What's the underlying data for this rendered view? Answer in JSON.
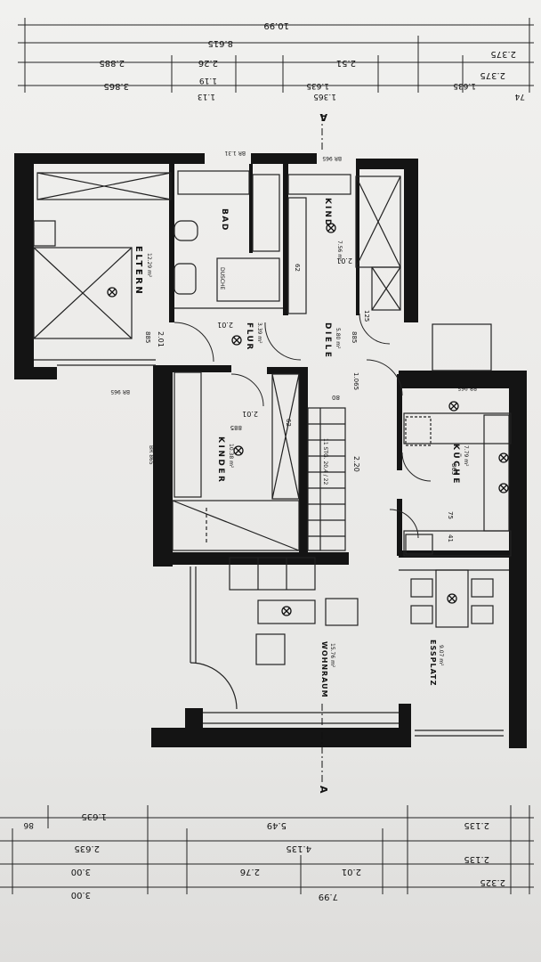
{
  "rooms": [
    {
      "key": "eltern",
      "name": "ELTERN",
      "area": "12.29 m²"
    },
    {
      "key": "bad",
      "name": "BAD",
      "area": ""
    },
    {
      "key": "kind",
      "name": "KIND",
      "area": "7.56 m²"
    },
    {
      "key": "flur",
      "name": "FLUR",
      "area": "3.39 m²"
    },
    {
      "key": "diele",
      "name": "DIELE",
      "area": "5.80 m²"
    },
    {
      "key": "kinder",
      "name": "KINDER",
      "area": "10.38 m²"
    },
    {
      "key": "kueche",
      "name": "KÜCHE",
      "area": "7.79 m²"
    },
    {
      "key": "wohnraum",
      "name": "WOHNRAUM",
      "area": "15.76 m²"
    },
    {
      "key": "essplatz",
      "name": "ESSPLATZ",
      "area": "9.07 m²"
    }
  ],
  "annotations": {
    "dusche": "DUSCHE",
    "section_marker": "A",
    "stair_label": "11 STG. 20,4 / 22",
    "lintel_labels": [
      "BR 1.31",
      "BR 965",
      "BR 965",
      "BR 865",
      "BR 965"
    ]
  },
  "dimensions": {
    "top_rows": [
      [
        "10.99"
      ],
      [
        "8.615",
        "2.375"
      ],
      [
        "2.885",
        "2.26",
        "2.51",
        "2.375"
      ],
      [
        "3.865",
        "1.13",
        "1.19",
        "1.635",
        "1.365",
        "1.635",
        "74"
      ]
    ],
    "bottom_rows": [
      [
        "7.99"
      ],
      [
        "3.00",
        "2.76",
        "2.01",
        "2.325"
      ],
      [
        "3.00",
        "4.135",
        "2.135"
      ],
      [
        "2.635",
        "5.49",
        "2.135"
      ],
      [
        "1.635",
        "86"
      ]
    ],
    "inner": [
      "2.01",
      "885",
      "2.01",
      "62",
      "2.01",
      "885",
      "1.065",
      "2.20",
      "2.01",
      "885",
      "62",
      "75",
      "41",
      "80",
      "125",
      "865"
    ]
  }
}
